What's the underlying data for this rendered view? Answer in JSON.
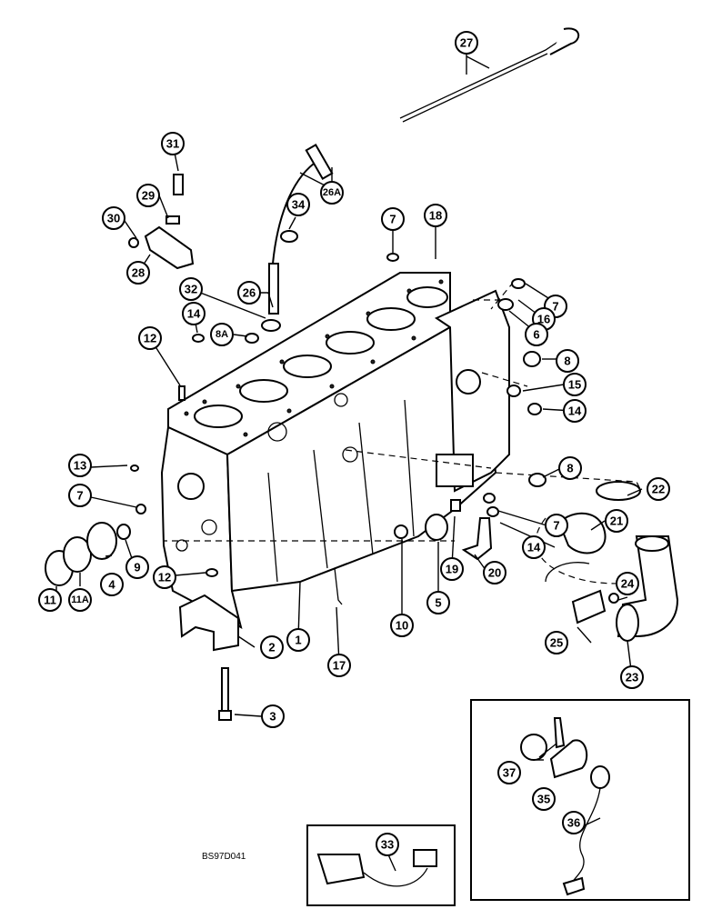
{
  "drawing_id": "BS97D041",
  "callouts": {
    "c1": "1",
    "c2": "2",
    "c3": "3",
    "c4": "4",
    "c5": "5",
    "c6": "6",
    "c7a": "7",
    "c7b": "7",
    "c7c": "7",
    "c7d": "7",
    "c8a": "8",
    "c8b": "8",
    "c8A": "8A",
    "c9": "9",
    "c10": "10",
    "c11": "11",
    "c11A": "11A",
    "c12a": "12",
    "c12b": "12",
    "c13": "13",
    "c14a": "14",
    "c14b": "14",
    "c14c": "14",
    "c15": "15",
    "c16": "16",
    "c17": "17",
    "c18": "18",
    "c19": "19",
    "c20": "20",
    "c21": "21",
    "c22": "22",
    "c23": "23",
    "c24": "24",
    "c25": "25",
    "c26": "26",
    "c26A": "26A",
    "c27": "27",
    "c28": "28",
    "c29": "29",
    "c30": "30",
    "c31": "31",
    "c32": "32",
    "c33": "33",
    "c34": "34",
    "c35": "35",
    "c36": "36",
    "c37": "37"
  }
}
